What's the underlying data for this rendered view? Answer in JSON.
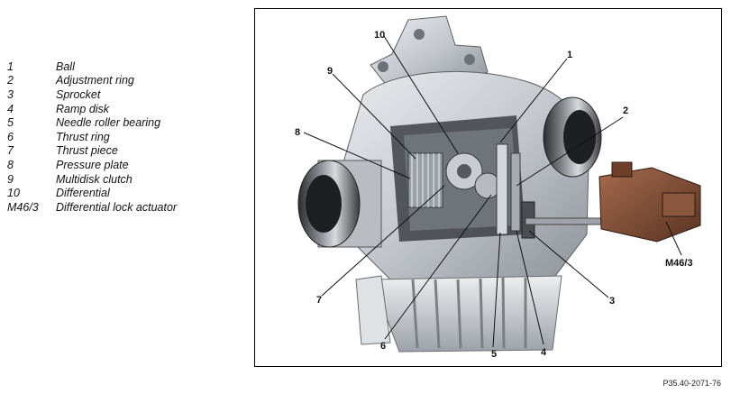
{
  "legend": [
    {
      "num": "1",
      "desc": "Ball"
    },
    {
      "num": "2",
      "desc": "Adjustment ring"
    },
    {
      "num": "3",
      "desc": "Sprocket"
    },
    {
      "num": "4",
      "desc": "Ramp disk"
    },
    {
      "num": "5",
      "desc": "Needle roller bearing"
    },
    {
      "num": "6",
      "desc": "Thrust ring"
    },
    {
      "num": "7",
      "desc": "Thrust piece"
    },
    {
      "num": "8",
      "desc": "Pressure plate"
    },
    {
      "num": "9",
      "desc": "Multidisk clutch"
    },
    {
      "num": "10",
      "desc": "Differential"
    },
    {
      "num": "M46/3",
      "desc": "Differential lock actuator"
    }
  ],
  "callouts": {
    "c1": "1",
    "c2": "2",
    "c3": "3",
    "c4": "4",
    "c5": "5",
    "c6": "6",
    "c7": "7",
    "c8": "8",
    "c9": "9",
    "c10": "10",
    "cM46": "M46/3"
  },
  "figure_ref": "P35.40-2071-76",
  "colors": {
    "housing": "#cfd2d6",
    "housing_dark": "#8a8f96",
    "actuator": "#7a4a34",
    "clutch": "#b8bcc2"
  }
}
